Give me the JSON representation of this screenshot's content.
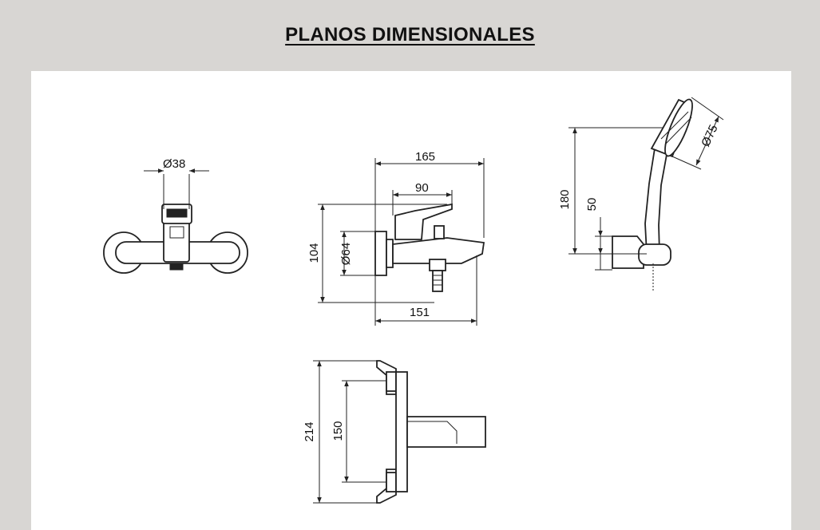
{
  "header": {
    "title": "PLANOS DIMENSIONALES"
  },
  "drawing": {
    "front_view": {
      "diameter": "Ø38"
    },
    "side_view": {
      "total_depth": "165",
      "lever_depth": "90",
      "height": "104",
      "flange_diameter": "Ø64",
      "spout_depth": "151"
    },
    "handshower_view": {
      "total_height": "180",
      "holder_height": "50",
      "head_diameter": "Ø75"
    },
    "top_view": {
      "total_width": "214",
      "center_distance": "150"
    }
  }
}
